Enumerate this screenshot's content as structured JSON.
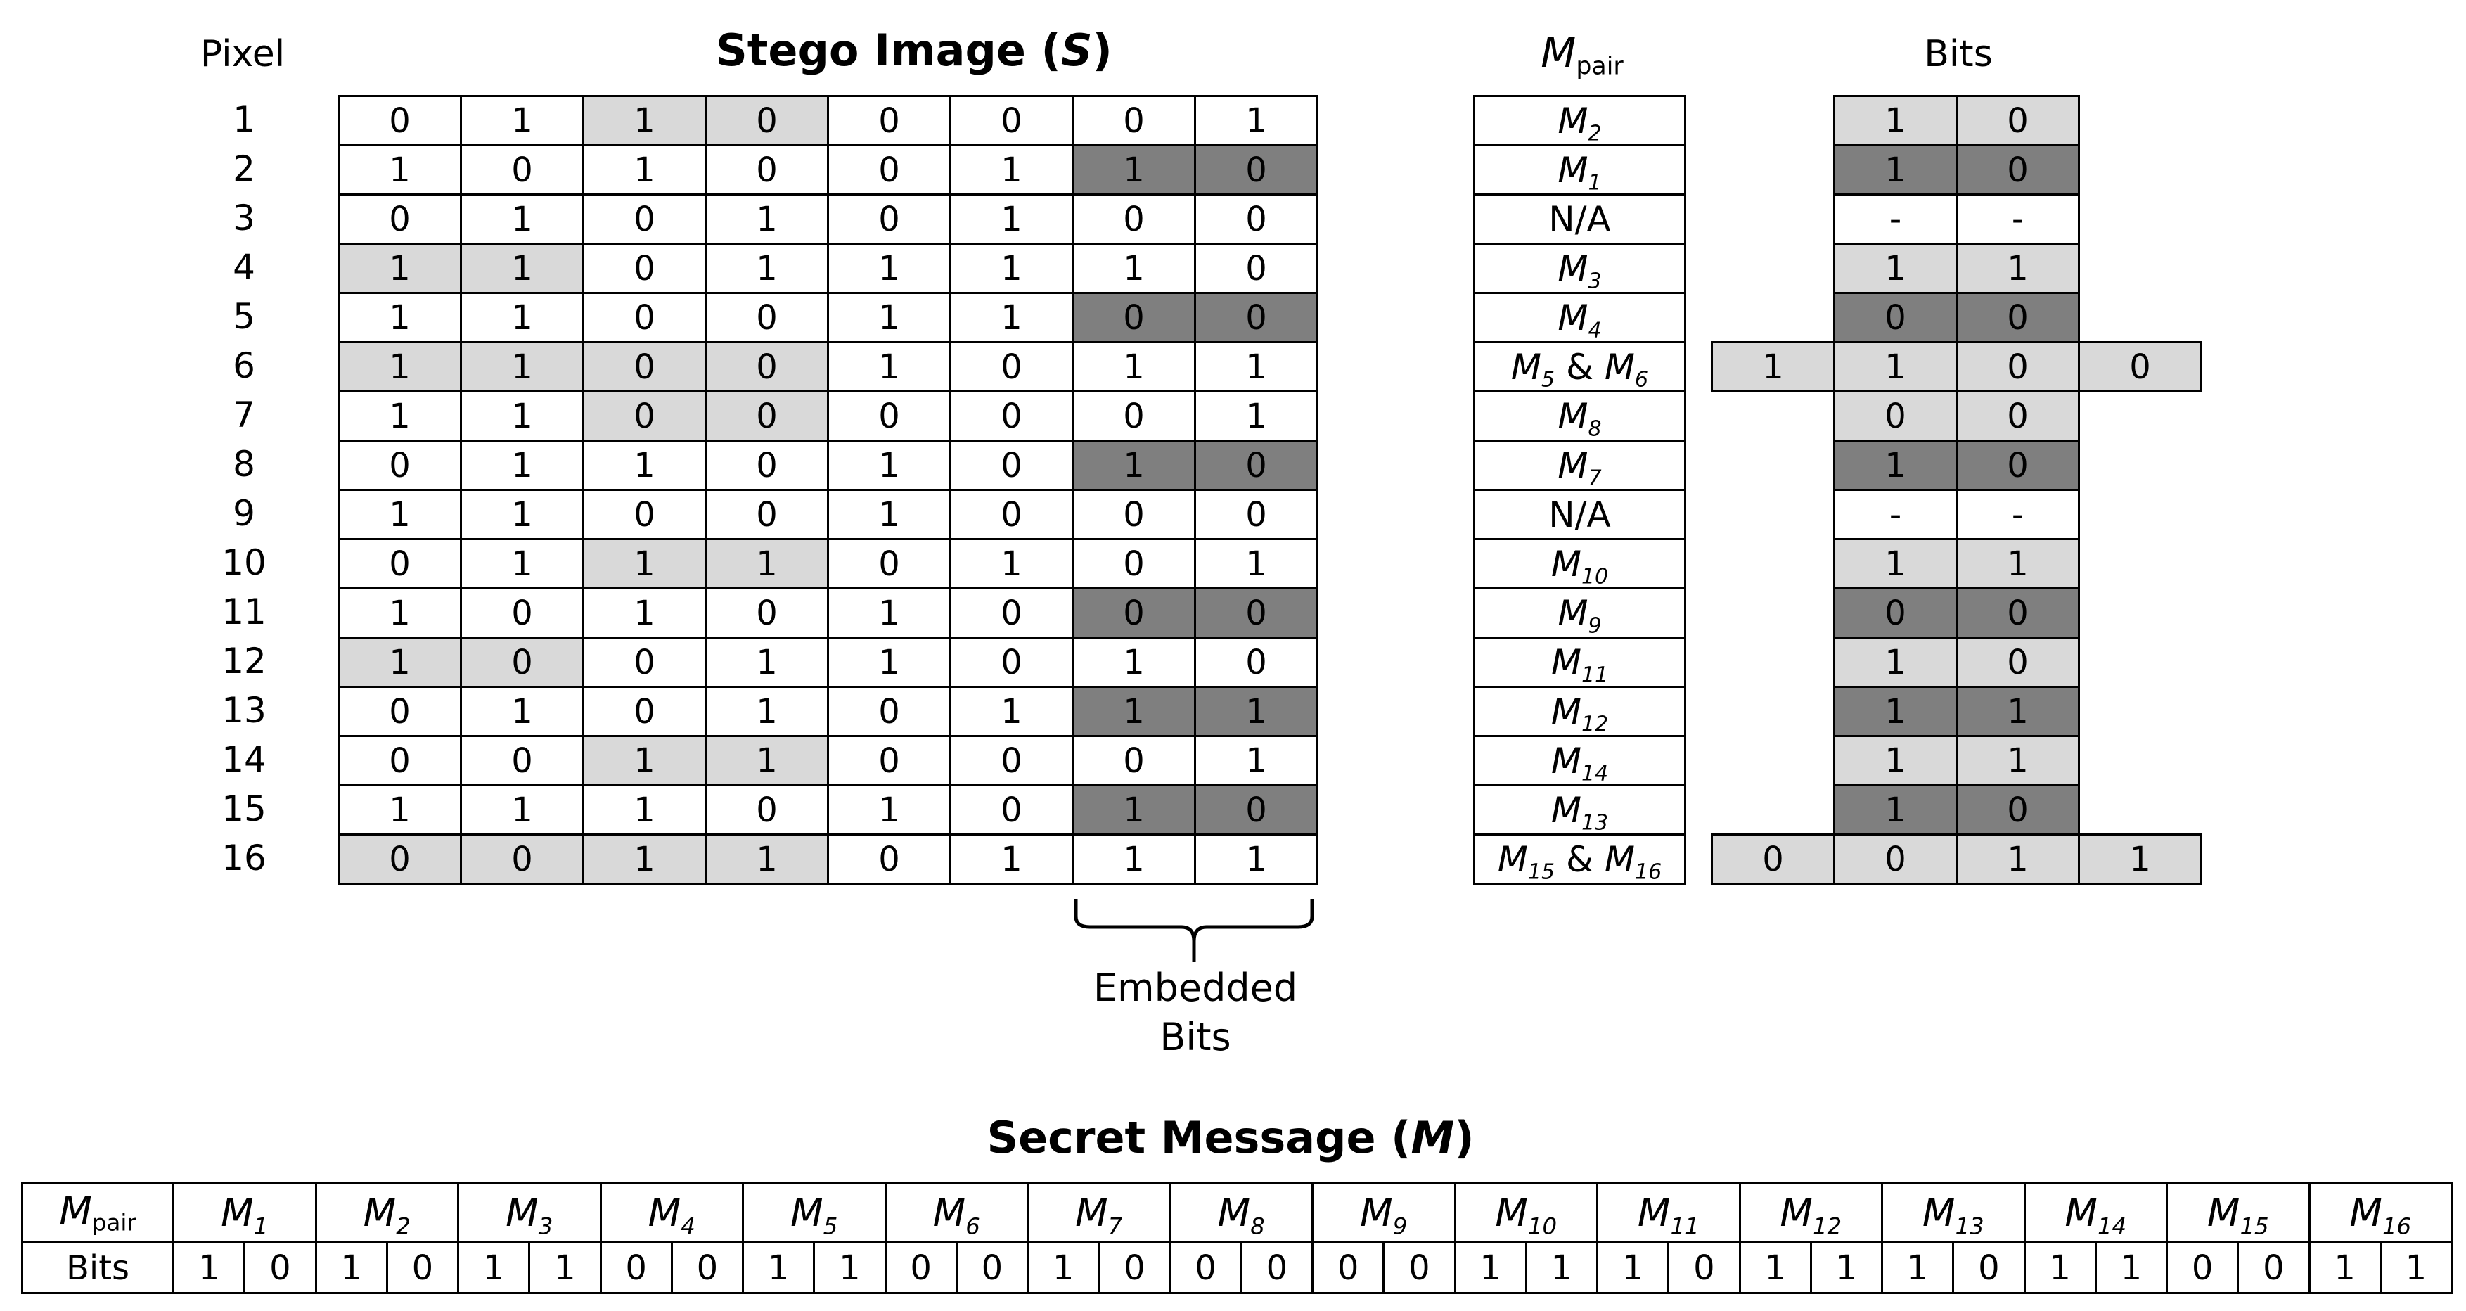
{
  "headers": {
    "pixel": "Pixel",
    "stego_title_prefix": "Stego Image (",
    "stego_title_var": "S",
    "stego_title_suffix": ")",
    "mpair_main": "M",
    "mpair_sub": "pair",
    "bits": "Bits",
    "embedded": "Embedded",
    "embedded_bits": "Bits",
    "secret_title_prefix": "Secret Message (",
    "secret_title_var": "M",
    "secret_title_suffix": ")"
  },
  "stego": {
    "pixels": [
      "1",
      "2",
      "3",
      "4",
      "5",
      "6",
      "7",
      "8",
      "9",
      "10",
      "11",
      "12",
      "13",
      "14",
      "15",
      "16"
    ],
    "rows": [
      {
        "bits": [
          "0",
          "1",
          "1",
          "0",
          "0",
          "0",
          "0",
          "1"
        ],
        "shade": [
          "",
          "",
          "l",
          "l",
          "",
          "",
          "",
          ""
        ]
      },
      {
        "bits": [
          "1",
          "0",
          "1",
          "0",
          "0",
          "1",
          "1",
          "0"
        ],
        "shade": [
          "",
          "",
          "",
          "",
          "",
          "",
          "d",
          "d"
        ]
      },
      {
        "bits": [
          "0",
          "1",
          "0",
          "1",
          "0",
          "1",
          "0",
          "0"
        ],
        "shade": [
          "",
          "",
          "",
          "",
          "",
          "",
          "",
          ""
        ]
      },
      {
        "bits": [
          "1",
          "1",
          "0",
          "1",
          "1",
          "1",
          "1",
          "0"
        ],
        "shade": [
          "l",
          "l",
          "",
          "",
          "",
          "",
          "",
          ""
        ]
      },
      {
        "bits": [
          "1",
          "1",
          "0",
          "0",
          "1",
          "1",
          "0",
          "0"
        ],
        "shade": [
          "",
          "",
          "",
          "",
          "",
          "",
          "d",
          "d"
        ]
      },
      {
        "bits": [
          "1",
          "1",
          "0",
          "0",
          "1",
          "0",
          "1",
          "1"
        ],
        "shade": [
          "l",
          "l",
          "l",
          "l",
          "",
          "",
          "",
          ""
        ]
      },
      {
        "bits": [
          "1",
          "1",
          "0",
          "0",
          "0",
          "0",
          "0",
          "1"
        ],
        "shade": [
          "",
          "",
          "l",
          "l",
          "",
          "",
          "",
          ""
        ]
      },
      {
        "bits": [
          "0",
          "1",
          "1",
          "0",
          "1",
          "0",
          "1",
          "0"
        ],
        "shade": [
          "",
          "",
          "",
          "",
          "",
          "",
          "d",
          "d"
        ]
      },
      {
        "bits": [
          "1",
          "1",
          "0",
          "0",
          "1",
          "0",
          "0",
          "0"
        ],
        "shade": [
          "",
          "",
          "",
          "",
          "",
          "",
          "",
          ""
        ]
      },
      {
        "bits": [
          "0",
          "1",
          "1",
          "1",
          "0",
          "1",
          "0",
          "1"
        ],
        "shade": [
          "",
          "",
          "l",
          "l",
          "",
          "",
          "",
          ""
        ]
      },
      {
        "bits": [
          "1",
          "0",
          "1",
          "0",
          "1",
          "0",
          "0",
          "0"
        ],
        "shade": [
          "",
          "",
          "",
          "",
          "",
          "",
          "d",
          "d"
        ]
      },
      {
        "bits": [
          "1",
          "0",
          "0",
          "1",
          "1",
          "0",
          "1",
          "0"
        ],
        "shade": [
          "l",
          "l",
          "",
          "",
          "",
          "",
          "",
          ""
        ]
      },
      {
        "bits": [
          "0",
          "1",
          "0",
          "1",
          "0",
          "1",
          "1",
          "1"
        ],
        "shade": [
          "",
          "",
          "",
          "",
          "",
          "",
          "d",
          "d"
        ]
      },
      {
        "bits": [
          "0",
          "0",
          "1",
          "1",
          "0",
          "0",
          "0",
          "1"
        ],
        "shade": [
          "",
          "",
          "l",
          "l",
          "",
          "",
          "",
          ""
        ]
      },
      {
        "bits": [
          "1",
          "1",
          "1",
          "0",
          "1",
          "0",
          "1",
          "0"
        ],
        "shade": [
          "",
          "",
          "",
          "",
          "",
          "",
          "d",
          "d"
        ]
      },
      {
        "bits": [
          "0",
          "0",
          "1",
          "1",
          "0",
          "1",
          "1",
          "1"
        ],
        "shade": [
          "l",
          "l",
          "l",
          "l",
          "",
          "",
          "",
          ""
        ]
      }
    ]
  },
  "mpair": {
    "rows": [
      {
        "a": "2"
      },
      {
        "a": "1"
      },
      {
        "text": "N/A"
      },
      {
        "a": "3"
      },
      {
        "a": "4"
      },
      {
        "a": "5",
        "amp": " & ",
        "b": "6"
      },
      {
        "a": "8"
      },
      {
        "a": "7"
      },
      {
        "text": "N/A"
      },
      {
        "a": "10"
      },
      {
        "a": "9"
      },
      {
        "a": "11"
      },
      {
        "a": "12"
      },
      {
        "a": "14"
      },
      {
        "a": "13"
      },
      {
        "a": "15",
        "amp": " & ",
        "b": "16"
      }
    ]
  },
  "bits": {
    "rows": [
      {
        "cells": [
          "",
          "1",
          "0",
          ""
        ],
        "shade": [
          "",
          "l",
          "l",
          ""
        ]
      },
      {
        "cells": [
          "",
          "1",
          "0",
          ""
        ],
        "shade": [
          "",
          "d",
          "d",
          ""
        ]
      },
      {
        "cells": [
          "",
          "-",
          "-",
          ""
        ],
        "shade": [
          "",
          "",
          "",
          ""
        ]
      },
      {
        "cells": [
          "",
          "1",
          "1",
          ""
        ],
        "shade": [
          "",
          "l",
          "l",
          ""
        ]
      },
      {
        "cells": [
          "",
          "0",
          "0",
          ""
        ],
        "shade": [
          "",
          "d",
          "d",
          ""
        ]
      },
      {
        "cells": [
          "1",
          "1",
          "0",
          "0"
        ],
        "shade": [
          "l",
          "l",
          "l",
          "l"
        ]
      },
      {
        "cells": [
          "",
          "0",
          "0",
          ""
        ],
        "shade": [
          "",
          "l",
          "l",
          ""
        ]
      },
      {
        "cells": [
          "",
          "1",
          "0",
          ""
        ],
        "shade": [
          "",
          "d",
          "d",
          ""
        ]
      },
      {
        "cells": [
          "",
          "-",
          "-",
          ""
        ],
        "shade": [
          "",
          "",
          "",
          ""
        ]
      },
      {
        "cells": [
          "",
          "1",
          "1",
          ""
        ],
        "shade": [
          "",
          "l",
          "l",
          ""
        ]
      },
      {
        "cells": [
          "",
          "0",
          "0",
          ""
        ],
        "shade": [
          "",
          "d",
          "d",
          ""
        ]
      },
      {
        "cells": [
          "",
          "1",
          "0",
          ""
        ],
        "shade": [
          "",
          "l",
          "l",
          ""
        ]
      },
      {
        "cells": [
          "",
          "1",
          "1",
          ""
        ],
        "shade": [
          "",
          "d",
          "d",
          ""
        ]
      },
      {
        "cells": [
          "",
          "1",
          "1",
          ""
        ],
        "shade": [
          "",
          "l",
          "l",
          ""
        ]
      },
      {
        "cells": [
          "",
          "1",
          "0",
          ""
        ],
        "shade": [
          "",
          "d",
          "d",
          ""
        ]
      },
      {
        "cells": [
          "0",
          "0",
          "1",
          "1"
        ],
        "shade": [
          "l",
          "l",
          "l",
          "l"
        ]
      }
    ]
  },
  "secret": {
    "header_label_main": "M",
    "header_label_sub": "pair",
    "bits_label": "Bits",
    "messages": [
      "1",
      "2",
      "3",
      "4",
      "5",
      "6",
      "7",
      "8",
      "9",
      "10",
      "11",
      "12",
      "13",
      "14",
      "15",
      "16"
    ],
    "bits": [
      "1",
      "0",
      "1",
      "0",
      "1",
      "1",
      "0",
      "0",
      "1",
      "1",
      "0",
      "0",
      "1",
      "0",
      "0",
      "0",
      "0",
      "0",
      "1",
      "1",
      "1",
      "0",
      "1",
      "1",
      "1",
      "0",
      "1",
      "1",
      "0",
      "0",
      "1",
      "1"
    ]
  },
  "colors": {
    "light_gray": "#d9d9d9",
    "dark_gray": "#7f7f7f"
  }
}
